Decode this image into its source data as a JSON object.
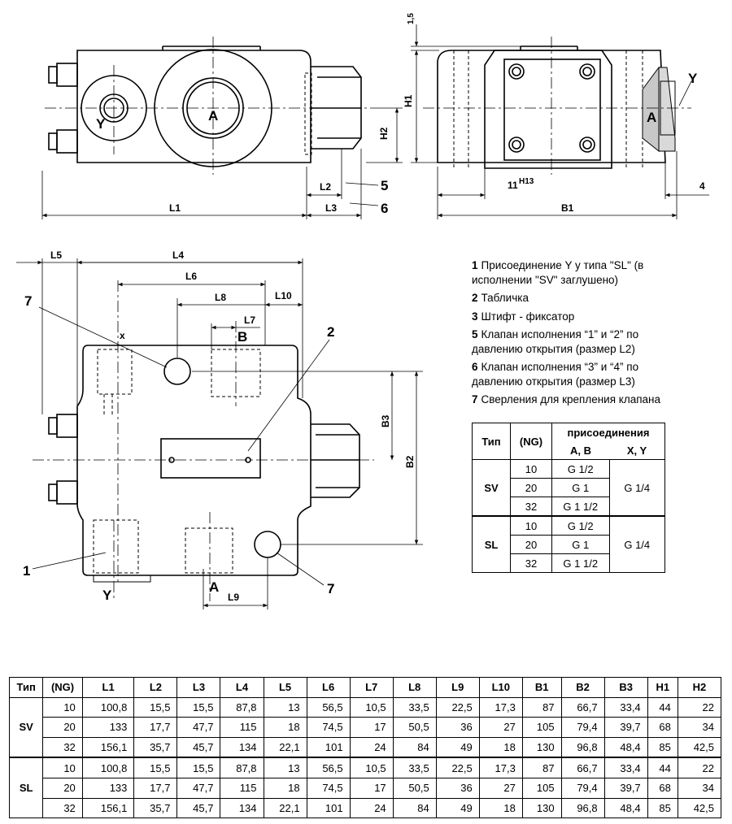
{
  "drawing": {
    "top_view": {
      "port_a": "A",
      "port_y": "Y",
      "dims": {
        "l1": "L1",
        "l2": "L2",
        "l3": "L3",
        "h2": "H2"
      },
      "callouts": {
        "c5": "5",
        "c6": "6"
      }
    },
    "side_view": {
      "port_a": "A",
      "port_y": "Y",
      "dims": {
        "h1": "H1",
        "b1": "B1",
        "d15": "1,5",
        "d4": "4",
        "d11": "11",
        "h13": "H13"
      }
    },
    "plan_view": {
      "ports": {
        "b": "B",
        "a": "A",
        "y": "Y",
        "x": "x"
      },
      "dims": {
        "l4": "L4",
        "l5": "L5",
        "l6": "L6",
        "l7": "L7",
        "l8": "L8",
        "l9": "L9",
        "l10": "L10",
        "b2": "B2",
        "b3": "B3"
      },
      "callouts": {
        "c1": "1",
        "c2": "2",
        "c7a": "7",
        "c7b": "7"
      }
    }
  },
  "legend": [
    {
      "num": "1",
      "text": "Присоединение Y у типа \"SL\" (в исполнении \"SV\" заглушено)"
    },
    {
      "num": "2",
      "text": "Табличка"
    },
    {
      "num": "3",
      "text": "Штифт - фиксатор"
    },
    {
      "num": "5",
      "text": "Клапан исполнения “1” и “2” по давлению открытия  (размер L2)"
    },
    {
      "num": "6",
      "text": "Клапан исполнения “3” и “4” по давлению открытия  (размер L3)"
    },
    {
      "num": "7",
      "text": "Сверления для крепления клапана"
    }
  ],
  "connection_table": {
    "headers": {
      "type": "Тип",
      "ng": "(NG)",
      "conn": "присоединения",
      "ab": "A, B",
      "xy": "X, Y"
    },
    "groups": [
      {
        "type": "SV",
        "xy": "G 1/4",
        "rows": [
          {
            "ng": "10",
            "ab": "G 1/2"
          },
          {
            "ng": "20",
            "ab": "G 1"
          },
          {
            "ng": "32",
            "ab": "G 1 1/2"
          }
        ]
      },
      {
        "type": "SL",
        "xy": "G 1/4",
        "rows": [
          {
            "ng": "10",
            "ab": "G 1/2"
          },
          {
            "ng": "20",
            "ab": "G 1"
          },
          {
            "ng": "32",
            "ab": "G 1 1/2"
          }
        ]
      }
    ]
  },
  "dimension_table": {
    "headers": [
      "Тип",
      "(NG)",
      "L1",
      "L2",
      "L3",
      "L4",
      "L5",
      "L6",
      "L7",
      "L8",
      "L9",
      "L10",
      "B1",
      "B2",
      "B3",
      "H1",
      "H2"
    ],
    "groups": [
      {
        "type": "SV",
        "rows": [
          [
            "10",
            "100,8",
            "15,5",
            "15,5",
            "87,8",
            "13",
            "56,5",
            "10,5",
            "33,5",
            "22,5",
            "17,3",
            "87",
            "66,7",
            "33,4",
            "44",
            "22"
          ],
          [
            "20",
            "133",
            "17,7",
            "47,7",
            "115",
            "18",
            "74,5",
            "17",
            "50,5",
            "36",
            "27",
            "105",
            "79,4",
            "39,7",
            "68",
            "34"
          ],
          [
            "32",
            "156,1",
            "35,7",
            "45,7",
            "134",
            "22,1",
            "101",
            "24",
            "84",
            "49",
            "18",
            "130",
            "96,8",
            "48,4",
            "85",
            "42,5"
          ]
        ]
      },
      {
        "type": "SL",
        "rows": [
          [
            "10",
            "100,8",
            "15,5",
            "15,5",
            "87,8",
            "13",
            "56,5",
            "10,5",
            "33,5",
            "22,5",
            "17,3",
            "87",
            "66,7",
            "33,4",
            "44",
            "22"
          ],
          [
            "20",
            "133",
            "17,7",
            "47,7",
            "115",
            "18",
            "74,5",
            "17",
            "50,5",
            "36",
            "27",
            "105",
            "79,4",
            "39,7",
            "68",
            "34"
          ],
          [
            "32",
            "156,1",
            "35,7",
            "45,7",
            "134",
            "22,1",
            "101",
            "24",
            "84",
            "49",
            "18",
            "130",
            "96,8",
            "48,4",
            "85",
            "42,5"
          ]
        ]
      }
    ]
  }
}
